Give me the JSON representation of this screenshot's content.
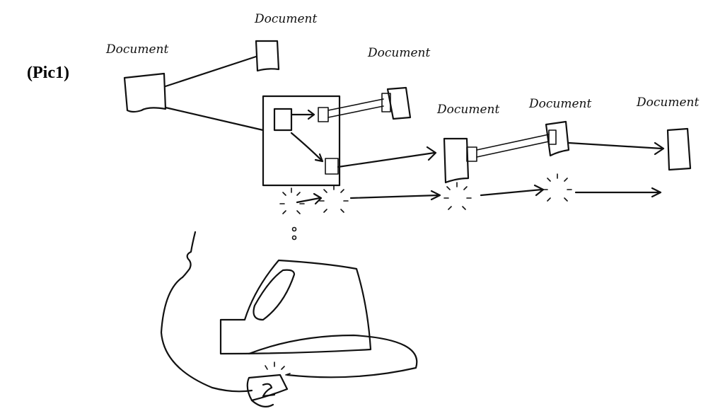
{
  "figure": {
    "label": "(Pic1)",
    "document_labels": [
      "Document",
      "Document",
      "Document",
      "Document",
      "Document",
      "Document"
    ]
  },
  "colors": {
    "ink": "#111111",
    "background": "#ffffff"
  }
}
